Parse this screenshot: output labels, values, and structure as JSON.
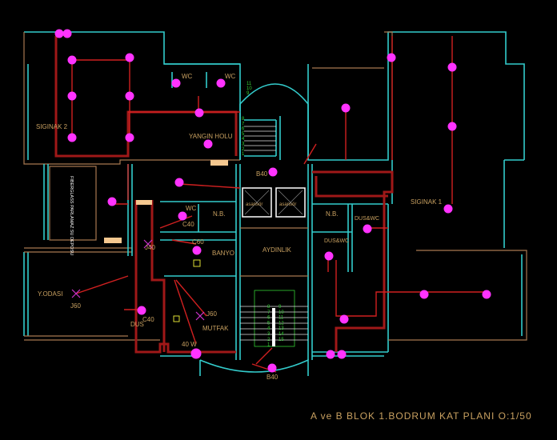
{
  "title": "A ve B BLOK 1.BODRUM KAT PLANI O:1/50",
  "colors": {
    "background": "#000000",
    "walls": "#33cccc",
    "walls_secondary": "#a87850",
    "wiring": "#d02020",
    "fixtures": "#ff33ff",
    "labels": "#c8a060",
    "stairs": "#33cc33"
  },
  "rooms": {
    "siginak2": "SIGINAK 2",
    "wc1": "WC",
    "wc2": "WC",
    "yangin_holu": "YANGIN HOLU",
    "b40_top": "B40",
    "elevator1": "asansör",
    "elevator2": "asansör",
    "tank": "FIBERGLASS PARLAMAZ SU DEPOSU",
    "wc3": "WC",
    "nb_left": "N.B.",
    "c40_wc": "C40",
    "c60": "C60",
    "banyo": "BANYO",
    "aydinlik": "AYDINLIK",
    "j40": "J40",
    "yodasi": "Y.ODASI",
    "j60_left": "J60",
    "c40_dus": "C40",
    "dus": "DUS",
    "j60_kitchen": "J60",
    "mutfak": "MUTFAK",
    "w40": "40 W",
    "b40_bottom": "B40",
    "siginak1": "SIGINAK 1",
    "nb_right": "N.B.",
    "duswc1": "DUS&WC",
    "duswc2": "DUS&WC"
  },
  "stairs_top": [
    "1",
    "2",
    "3",
    "4",
    "5",
    "6",
    "7",
    "8",
    "9",
    "10",
    "11"
  ],
  "stairs_bottom_left": [
    "1",
    "2",
    "3",
    "4",
    "5",
    "6",
    "7",
    "8"
  ],
  "stairs_bottom_right": [
    "15",
    "14",
    "13",
    "12",
    "11",
    "10",
    "9"
  ]
}
